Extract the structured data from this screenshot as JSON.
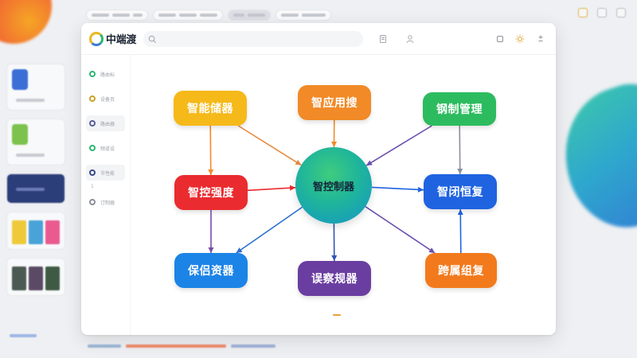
{
  "app": {
    "logo_text": "中端渡",
    "search_placeholder": ""
  },
  "sidebar": {
    "items": [
      {
        "label": "路由标",
        "color": "#2bb673"
      },
      {
        "label": "设备页",
        "color": "#c9a227"
      },
      {
        "label": "路由器",
        "color": "#5a5f99"
      },
      {
        "label": "频道设",
        "color": "#2bb673"
      },
      {
        "label": "节性能",
        "color": "#3a4a8a"
      },
      {
        "label": "订制器",
        "color": "#8a8f99"
      }
    ],
    "marker": "1"
  },
  "map": {
    "center": {
      "label": "智控制器"
    },
    "nodes": [
      {
        "id": "top-left",
        "label": "智能储器",
        "color": "#f6b91a"
      },
      {
        "id": "top-center",
        "label": "智应用搜",
        "color": "#f18a27"
      },
      {
        "id": "top-right",
        "label": "钢制管理",
        "color": "#2dbb5f"
      },
      {
        "id": "mid-left",
        "label": "智控强度",
        "color": "#ea2b2f"
      },
      {
        "id": "mid-right",
        "label": "智闭恒复",
        "color": "#1f63e0"
      },
      {
        "id": "bottom-left",
        "label": "保侣资器",
        "color": "#1c84e6"
      },
      {
        "id": "bottom-center",
        "label": "误察规器",
        "color": "#6a3ea1"
      },
      {
        "id": "bottom-right",
        "label": "跨属组复",
        "color": "#f27a1c"
      }
    ],
    "links": [
      {
        "from": "top-left",
        "to": "mid-left",
        "color": "#f28a2a"
      },
      {
        "from": "top-left",
        "to": "center",
        "color": "#e8893b"
      },
      {
        "from": "top-center",
        "to": "center",
        "color": "#f08a2a"
      },
      {
        "from": "top-right",
        "to": "center",
        "color": "#6c4fb0"
      },
      {
        "from": "top-right",
        "to": "mid-right",
        "color": "#8a8fa0"
      },
      {
        "from": "mid-left",
        "to": "center",
        "color": "#ea2b2f"
      },
      {
        "from": "mid-left",
        "to": "bottom-left",
        "color": "#7a4aa8"
      },
      {
        "from": "center",
        "to": "mid-right",
        "color": "#1f63e0"
      },
      {
        "from": "center",
        "to": "bottom-left",
        "color": "#2c6fd0"
      },
      {
        "from": "center",
        "to": "bottom-center",
        "color": "#2f55b5"
      },
      {
        "from": "center",
        "to": "bottom-right",
        "color": "#6c4fb0"
      },
      {
        "from": "bottom-right",
        "to": "mid-right",
        "color": "#1f63e0"
      }
    ]
  },
  "colors": {
    "background": "#eef0f3",
    "window": "#ffffff",
    "accent_orange": "#f25b2a",
    "accent_teal": "#1aa1c9"
  },
  "icons": {
    "top_right": [
      "square-icon",
      "sun-icon",
      "plus-minus-icon"
    ],
    "toolbar": [
      "document-icon",
      "user-icon"
    ]
  }
}
